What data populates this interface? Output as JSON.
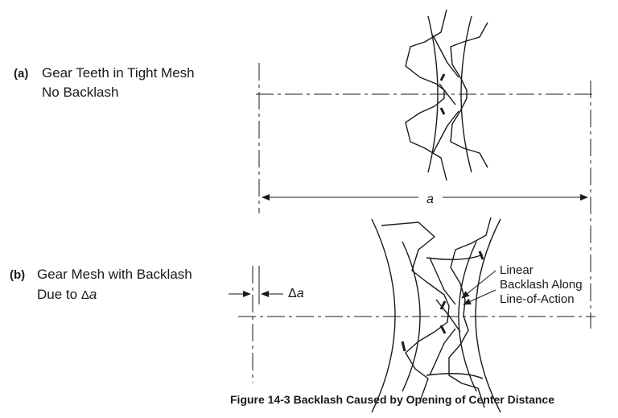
{
  "panel_a": {
    "tag": "(a)",
    "line1": "Gear Teeth in Tight Mesh",
    "line2": "No Backlash"
  },
  "panel_b": {
    "tag": "(b)",
    "line1": "Gear Mesh with Backlash",
    "line2_prefix": "Due to ",
    "delta": "Δ",
    "var": "a"
  },
  "dimensions": {
    "center_distance": "a",
    "delta_symbol": "Δ",
    "delta_var": "a"
  },
  "annotation": {
    "line1": "Linear",
    "line2": "Backlash Along",
    "line3": "Line-of-Action"
  },
  "caption": "Figure 14-3  Backlash Caused by Opening of Center Distance",
  "colors": {
    "ink": "#1a1a1a"
  }
}
